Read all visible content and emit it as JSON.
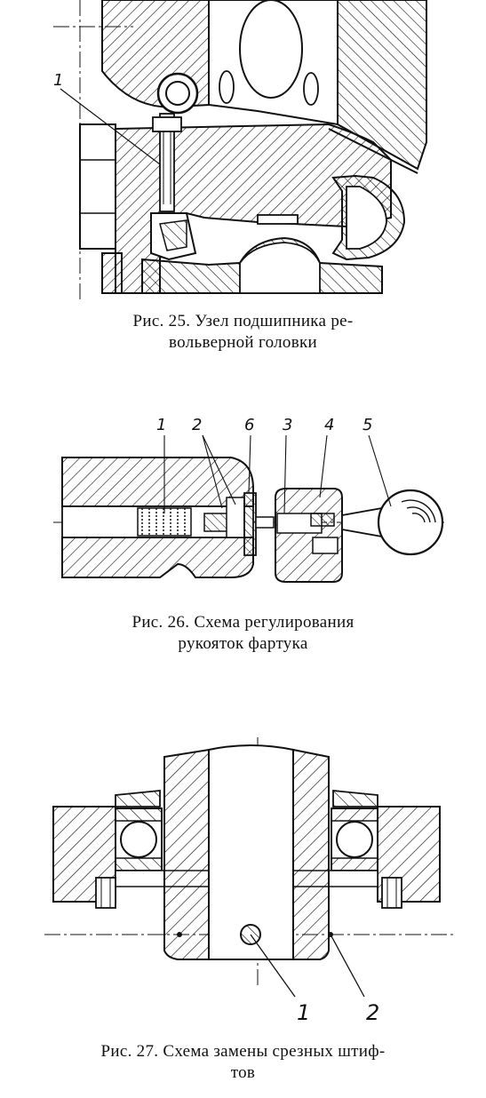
{
  "figures": [
    {
      "id": "fig25",
      "caption_line1": "Рис. 25. Узел подшипника ре-",
      "caption_line2": "вольверной головки",
      "callouts": [
        "1"
      ]
    },
    {
      "id": "fig26",
      "caption_line1": "Рис. 26. Схема регулирования",
      "caption_line2": "рукояток фартука",
      "callouts": [
        "1",
        "2",
        "6",
        "3",
        "4",
        "5"
      ]
    },
    {
      "id": "fig27",
      "caption_line1": "Рис. 27. Схема замены срезных штиф-",
      "caption_line2": "тов",
      "callouts": [
        "1",
        "2"
      ]
    }
  ]
}
